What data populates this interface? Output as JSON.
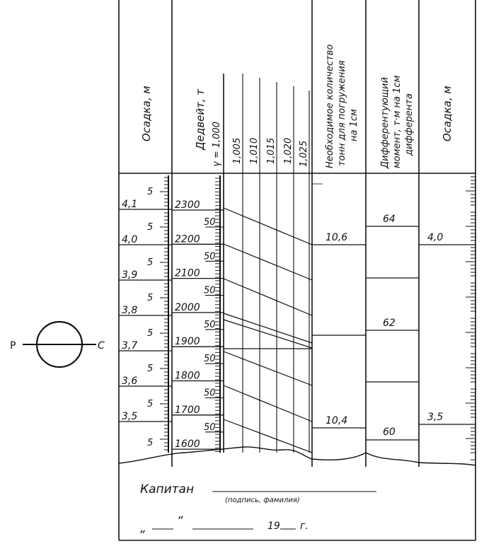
{
  "columns": {
    "draft_left_header": "Осадка, м",
    "deadweight_header": "Дедвейт, т",
    "gamma_prefix": "γ = 1,000",
    "density_values": [
      "1,005",
      "1,010",
      "1,015",
      "1,020",
      "1,025"
    ],
    "tpc_header_lines": [
      "Необходимое количество",
      "тонн для погружения",
      "на 1см"
    ],
    "mct_header_lines": [
      "Дифферентующий",
      "момент, т·м на 1см",
      "дифферента"
    ],
    "draft_right_header": "Осадка, м"
  },
  "left_draft": {
    "labels": [
      {
        "text": "4,1",
        "value": 4.1
      },
      {
        "text": "4,0",
        "value": 4.0
      },
      {
        "text": "3,9",
        "value": 3.9
      },
      {
        "text": "3,8",
        "value": 3.8
      },
      {
        "text": "3,7",
        "value": 3.7
      },
      {
        "text": "3,6",
        "value": 3.6
      },
      {
        "text": "3,5",
        "value": 3.5
      }
    ],
    "half_mark": "5"
  },
  "deadweight": {
    "labels": [
      "2300",
      "2200",
      "2100",
      "2000",
      "1900",
      "1800",
      "1700",
      "1600"
    ],
    "half_mark": "50"
  },
  "tpc": {
    "labels": [
      "10,6",
      "10,4"
    ]
  },
  "mct": {
    "labels": [
      "64",
      "62",
      "60"
    ]
  },
  "right_draft": {
    "labels": [
      "4,0",
      "3,5"
    ]
  },
  "symbol": {
    "left": "Р",
    "right": "С"
  },
  "footer": {
    "captain_label": "Капитан",
    "signature_hint": "(подпись, фамилия)",
    "date_quote_open": "„",
    "date_quote_close": "“",
    "year_prefix": "19",
    "year_suffix": "г."
  }
}
